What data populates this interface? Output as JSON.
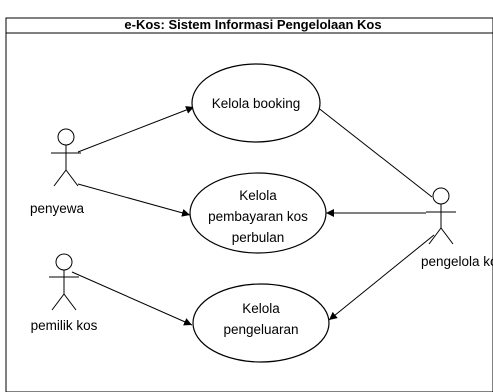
{
  "diagram": {
    "title": "e-Kos: Sistem Informasi Pengelolaan Kos",
    "actors": [
      {
        "id": "penyewa",
        "label": "penyewa"
      },
      {
        "id": "pemilik",
        "label": "pemilik kos"
      },
      {
        "id": "pengelola",
        "label": "pengelola kos"
      }
    ],
    "use_cases": [
      {
        "id": "booking",
        "lines": [
          "Kelola booking"
        ]
      },
      {
        "id": "pembayaran",
        "lines": [
          "Kelola",
          "pembayaran kos",
          "perbulan"
        ]
      },
      {
        "id": "pengeluaran",
        "lines": [
          "Kelola",
          "pengeluaran"
        ]
      }
    ],
    "associations": [
      {
        "from": "penyewa",
        "to": "booking"
      },
      {
        "from": "penyewa",
        "to": "pembayaran"
      },
      {
        "from": "pemilik",
        "to": "pengeluaran"
      },
      {
        "from": "pengelola",
        "to": "booking"
      },
      {
        "from": "pengelola",
        "to": "pembayaran"
      },
      {
        "from": "pengelola",
        "to": "pengeluaran"
      }
    ]
  }
}
